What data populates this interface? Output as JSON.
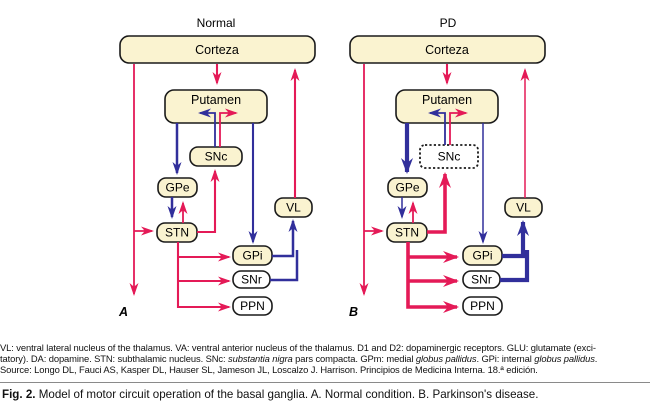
{
  "diagram": {
    "colors": {
      "excitatory_red": "#E41A57",
      "inhibitory_blue": "#312F9B",
      "box_fill_cream": "#FAF3D0",
      "box_border": "#1A1A1A"
    },
    "left": {
      "title": "Normal",
      "panel_label": "A",
      "nodes": {
        "cortex": "Corteza",
        "putamen": "Putamen",
        "snc": "SNc",
        "gpe": "GPe",
        "stn": "STN",
        "gpi": "GPi",
        "snr": "SNr",
        "ppn": "PPN",
        "vl": "VL"
      }
    },
    "right": {
      "title": "PD",
      "panel_label": "B",
      "nodes": {
        "cortex": "Corteza",
        "putamen": "Putamen",
        "snc": "SNc",
        "gpe": "GPe",
        "stn": "STN",
        "gpi": "GPi",
        "snr": "SNr",
        "ppn": "PPN",
        "vl": "VL"
      }
    }
  },
  "caption": {
    "line1": "VL: ventral lateral nucleus of the thalamus. VA: ventral anterior nucleus of the thalamus. D1 and D2: dopaminergic receptors. GLU: glutamate (exci-",
    "line2": {
      "a": "tatory). DA: dopamine. STN: subthalamic nucleus. SNc: ",
      "b": "substantia nigra",
      "c": " pars compacta. GPm: medial ",
      "d": "globus pallidus",
      "e": ". GPi: internal ",
      "f": "globus pallidus",
      "g": "."
    },
    "line3": "Source: Longo DL, Fauci AS, Kasper DL, Hauser SL, Jameson JL, Loscalzo J. Harrison. Principios de Medicina Interna. 18.ª edición."
  },
  "figure_caption": {
    "label": "Fig. 2.",
    "text": "Model of motor circuit operation of the basal ganglia. A. Normal condition. B. Parkinson's disease."
  }
}
